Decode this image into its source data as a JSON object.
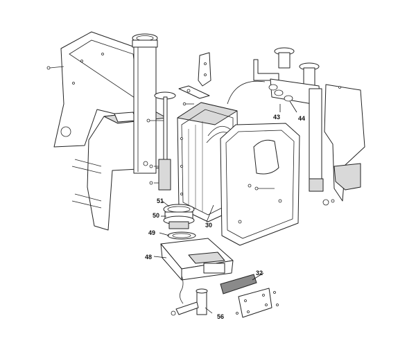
{
  "diagram": {
    "type": "exploded-parts-view",
    "callouts": [
      {
        "id": "p30",
        "label": "30"
      },
      {
        "id": "p32",
        "label": "32"
      },
      {
        "id": "p43",
        "label": "43"
      },
      {
        "id": "p44",
        "label": "44"
      },
      {
        "id": "p48",
        "label": "48"
      },
      {
        "id": "p49",
        "label": "49"
      },
      {
        "id": "p50",
        "label": "50"
      },
      {
        "id": "p51",
        "label": "51"
      },
      {
        "id": "p56",
        "label": "56"
      }
    ]
  }
}
